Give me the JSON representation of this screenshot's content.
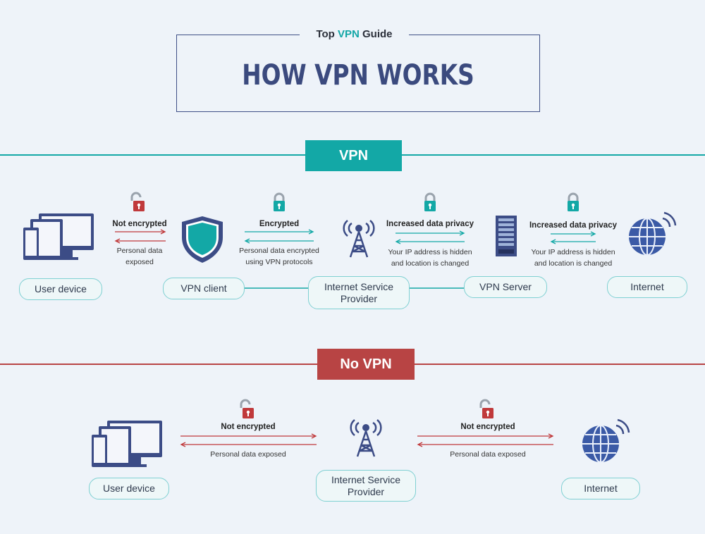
{
  "header": {
    "guide_prefix": "Top",
    "guide_highlight": "VPN",
    "guide_suffix": "Guide",
    "title": "HOW VPN WORKS"
  },
  "colors": {
    "vpn_teal": "#13a8a6",
    "novpn_red": "#b84444",
    "navy": "#3b4a7e",
    "node_border": "#7fd0d2"
  },
  "vpn_section": {
    "badge": "VPN",
    "nodes": {
      "user_device": "User device",
      "vpn_client": "VPN client",
      "isp_line1": "Internet Service",
      "isp_line2": "Provider",
      "vpn_server": "VPN Server",
      "internet": "Internet"
    },
    "links": [
      {
        "title": "Not encrypted",
        "line1": "Personal data",
        "line2": "exposed",
        "lock": "open-red"
      },
      {
        "title": "Encrypted",
        "line1": "Personal data encrypted",
        "line2": "using VPN protocols",
        "lock": "closed-teal"
      },
      {
        "title": "Increased data privacy",
        "line1": "Your IP address is hidden",
        "line2": "and location is changed",
        "lock": "closed-teal"
      },
      {
        "title": "Increased data privacy",
        "line1": "Your IP address is hidden",
        "line2": "and location is changed",
        "lock": "closed-teal"
      }
    ]
  },
  "novpn_section": {
    "badge": "No VPN",
    "nodes": {
      "user_device": "User device",
      "isp_line1": "Internet Service",
      "isp_line2": "Provider",
      "internet": "Internet"
    },
    "links": [
      {
        "title": "Not encrypted",
        "line1": "Personal data exposed",
        "lock": "open-red"
      },
      {
        "title": "Not encrypted",
        "line1": "Personal data exposed",
        "lock": "open-red"
      }
    ]
  }
}
